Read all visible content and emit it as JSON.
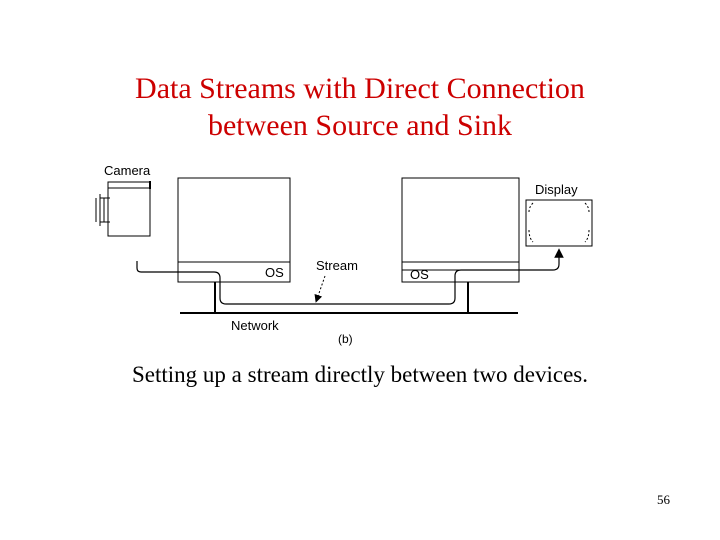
{
  "slide": {
    "title_line1": "Data Streams with Direct Connection",
    "title_line2": "between Source and Sink",
    "caption": "Setting up a stream directly between two devices.",
    "page_number": "56"
  },
  "diagram": {
    "camera_label": "Camera",
    "display_label": "Display",
    "os_left_label": "OS",
    "os_right_label": "OS",
    "stream_label": "Stream",
    "network_label": "Network",
    "figure_label": "(b)"
  },
  "colors": {
    "title": "#cc0000",
    "text": "#000000",
    "lines": "#000000"
  }
}
